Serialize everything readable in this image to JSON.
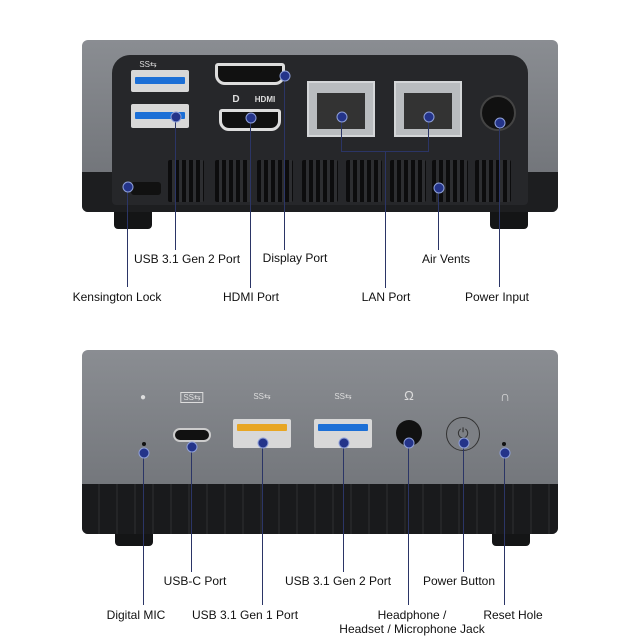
{
  "rear": {
    "labels": {
      "kensington": "Kensington Lock",
      "usb_gen2": "USB 3.1 Gen 2 Port",
      "hdmi": "HDMI Port",
      "displayport": "Display Port",
      "lan": "LAN Port",
      "air_vents": "Air Vents",
      "power_input": "Power Input"
    },
    "port_markings": {
      "usb": "SS⇆",
      "dp": "D",
      "hdmi": "HDMI"
    }
  },
  "front": {
    "labels": {
      "digital_mic": "Digital MIC",
      "usb_c": "USB-C Port",
      "usb_gen1": "USB 3.1 Gen 1 Port",
      "usb_gen2": "USB 3.1 Gen 2 Port",
      "headphone_1": "Headphone /",
      "headphone_2": "Headset / Microphone Jack",
      "power_button": "Power Button",
      "reset": "Reset Hole"
    },
    "port_markings": {
      "usb": "SS⇆"
    }
  },
  "colors": {
    "callout": "#24348a",
    "usb_gen1": "#e8a623",
    "usb_gen2": "#1c6fd6"
  }
}
